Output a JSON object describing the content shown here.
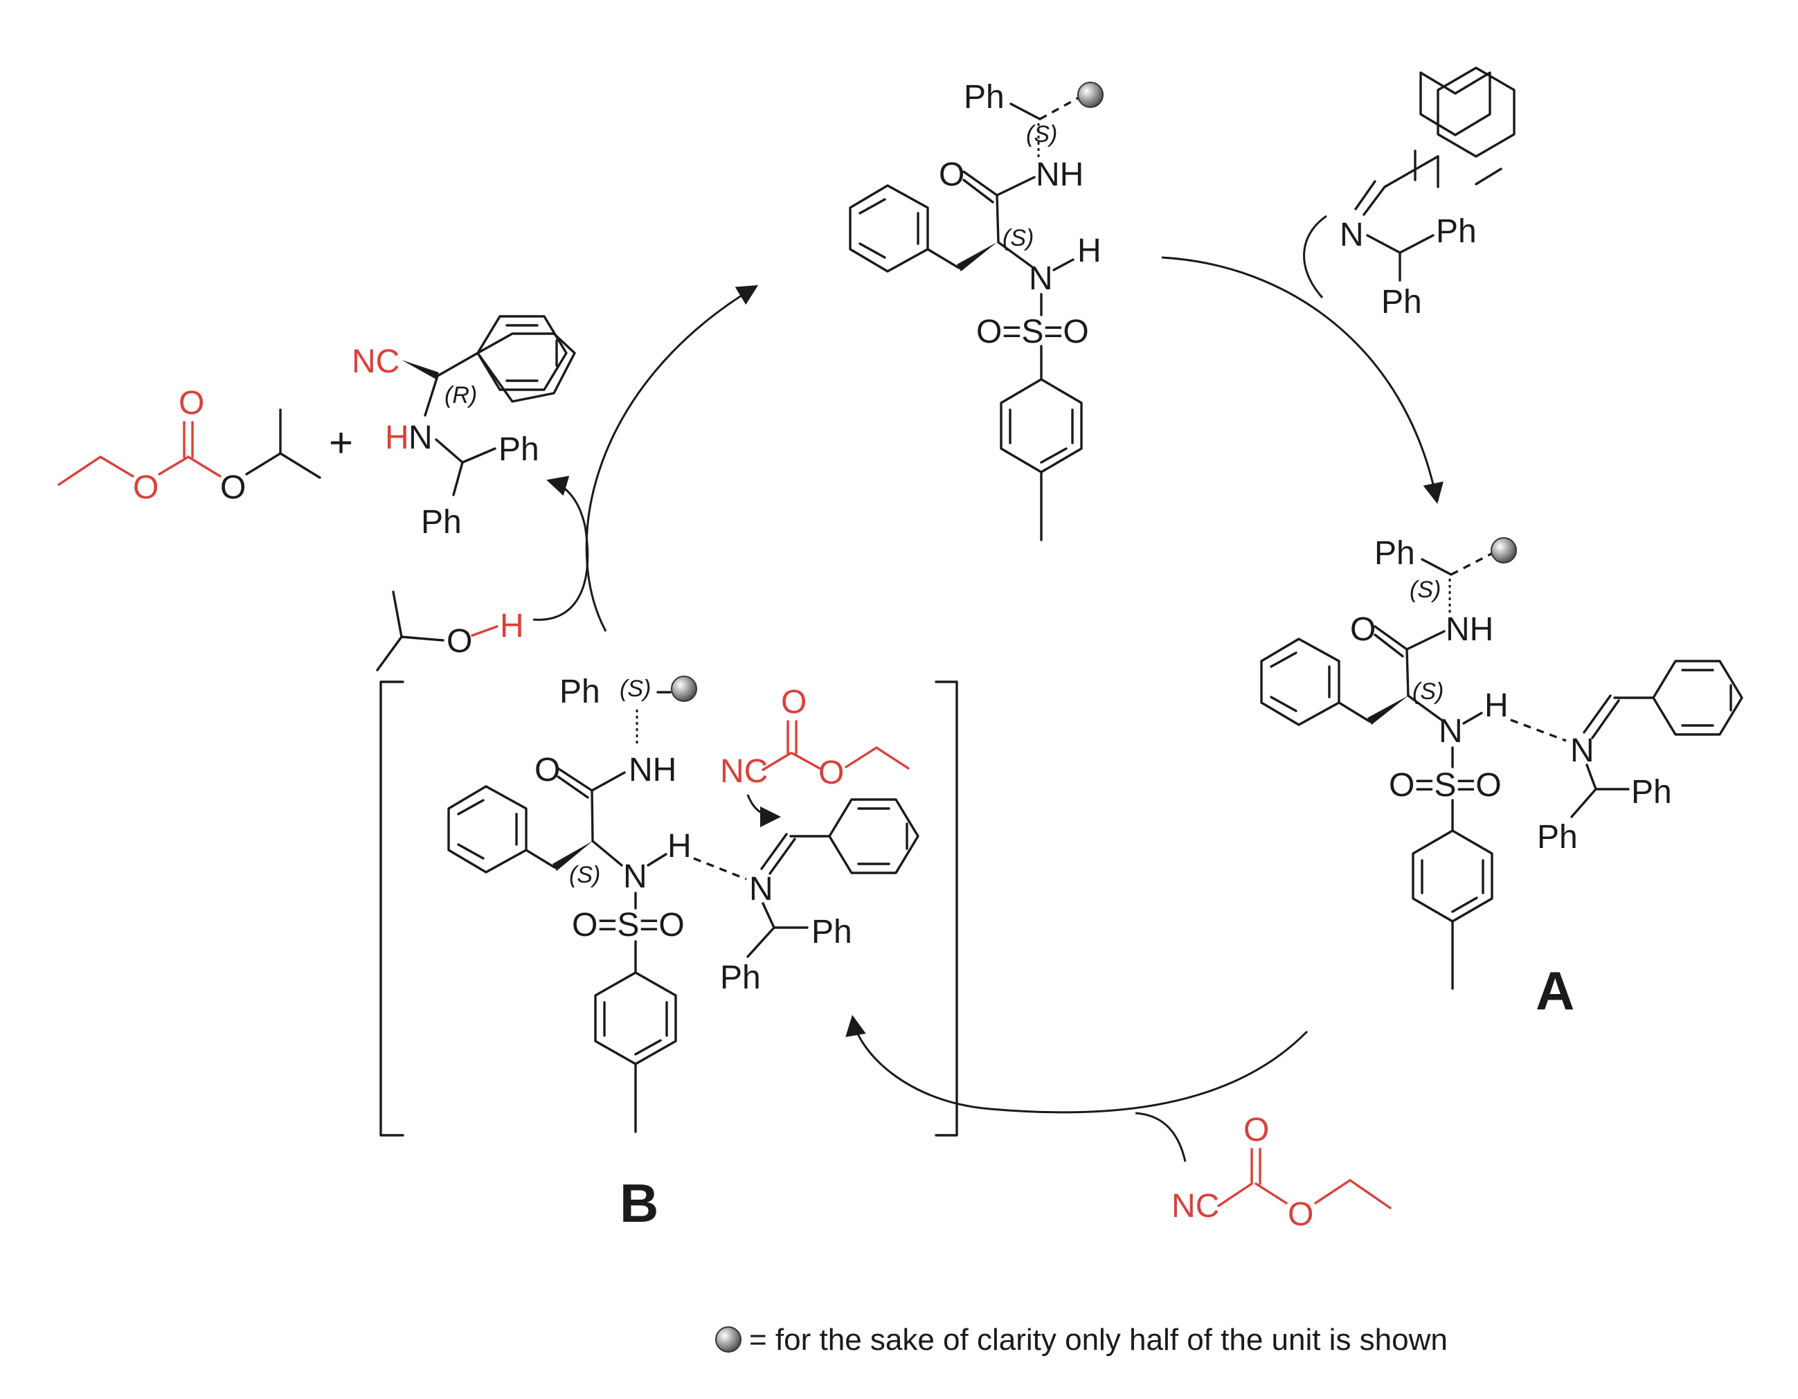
{
  "labels": {
    "ph": "Ph",
    "nh": "NH",
    "n": "N",
    "h": "H",
    "o": "O",
    "hn_h": "H",
    "hn_n": "N",
    "nc": "NC",
    "so2": "O=S=O",
    "plus": "+",
    "stereo_s": "(S)",
    "stereo_r": "(R)",
    "iproh_o": "O",
    "iproh_h": "H"
  },
  "intermediates": {
    "a_label": "A",
    "b_label": "B"
  },
  "legend": {
    "text": "= for the sake of clarity only half of the unit is shown"
  },
  "colors": {
    "text": "#1a1a1a",
    "highlight": "#d9403b",
    "bead_dark": "#555555",
    "bead_light": "#ffffff"
  }
}
